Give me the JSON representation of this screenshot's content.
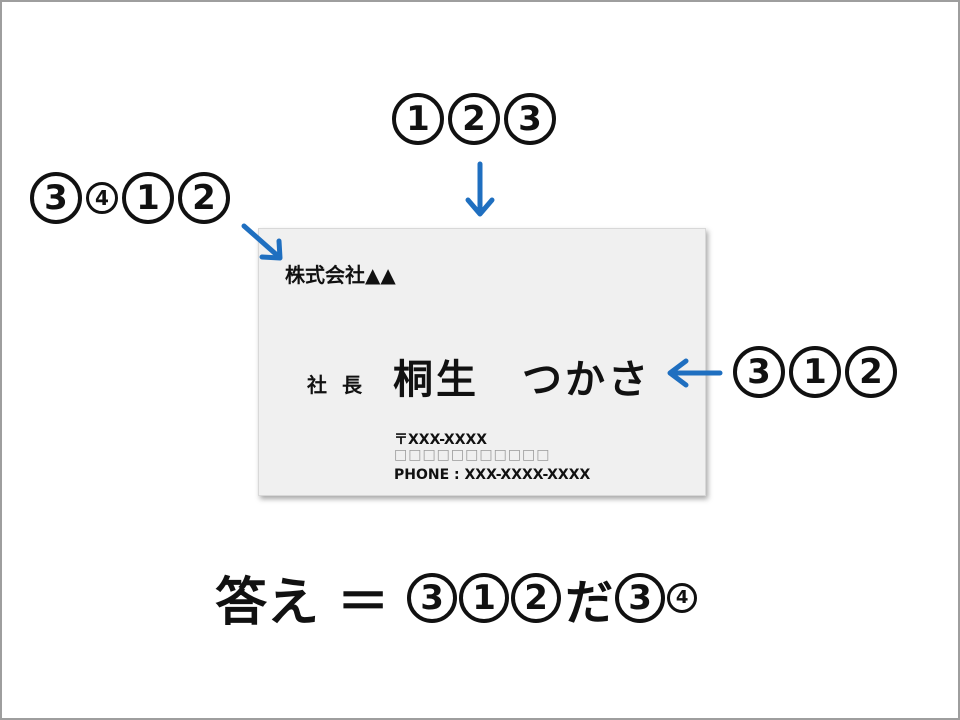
{
  "top_label": [
    "1",
    "2",
    "3"
  ],
  "left_label": [
    {
      "n": "3",
      "size": "big"
    },
    {
      "n": "4",
      "size": "small"
    },
    {
      "n": "1",
      "size": "big"
    },
    {
      "n": "2",
      "size": "big"
    }
  ],
  "right_label": [
    "3",
    "1",
    "2"
  ],
  "card": {
    "company": "株式会社▲▲",
    "title": "社 長",
    "name": "桐生　つかさ",
    "postal": "〒XXX-XXXX",
    "address": "□□□□□□□□□□□",
    "phone": "PHONE : XXX-XXXX-XXXX"
  },
  "answer": {
    "label": "答え ＝",
    "digits_a": [
      "3",
      "1",
      "2"
    ],
    "da": "だ",
    "digits_b": [
      {
        "n": "3",
        "size": "big"
      },
      {
        "n": "4",
        "size": "small"
      }
    ]
  },
  "colors": {
    "arrow": "#1f6fc0",
    "card_bg": "#f0f0f0",
    "frame": "#9e9e9e"
  }
}
